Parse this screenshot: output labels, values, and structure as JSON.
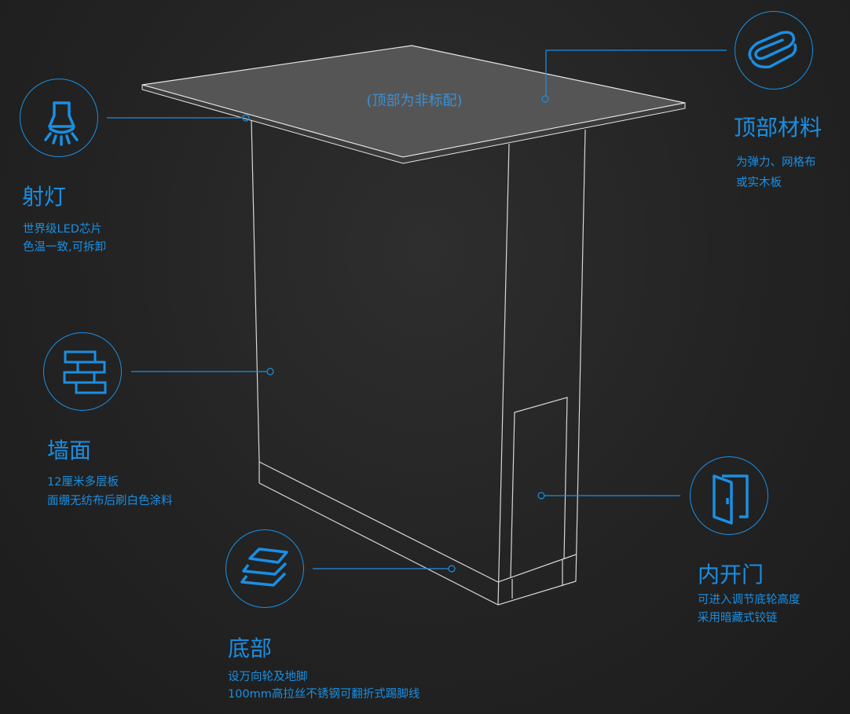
{
  "accent_color": "#1a8fe3",
  "product_note": "(顶部为非标配)",
  "callouts": {
    "spotlight": {
      "icon": "lamp-icon",
      "title": "射灯",
      "lines": [
        "世界级LED芯片",
        "色温一致,可拆卸"
      ]
    },
    "top_material": {
      "icon": "folded-fabric-icon",
      "title": "顶部材料",
      "lines": [
        "为弹力、网格布",
        "或实木板"
      ]
    },
    "wall": {
      "icon": "brick-wall-icon",
      "title": "墙面",
      "lines": [
        "12厘米多层板",
        "面绷无纺布后刷白色涂料"
      ]
    },
    "base": {
      "icon": "layers-icon",
      "title": "底部",
      "lines": [
        "设万向轮及地脚",
        "100mm高拉丝不锈钢可翻折式踢脚线"
      ]
    },
    "door": {
      "icon": "door-icon",
      "title": "内开门",
      "lines": [
        "可进入调节底轮高度",
        "采用暗藏式铰链"
      ]
    }
  }
}
